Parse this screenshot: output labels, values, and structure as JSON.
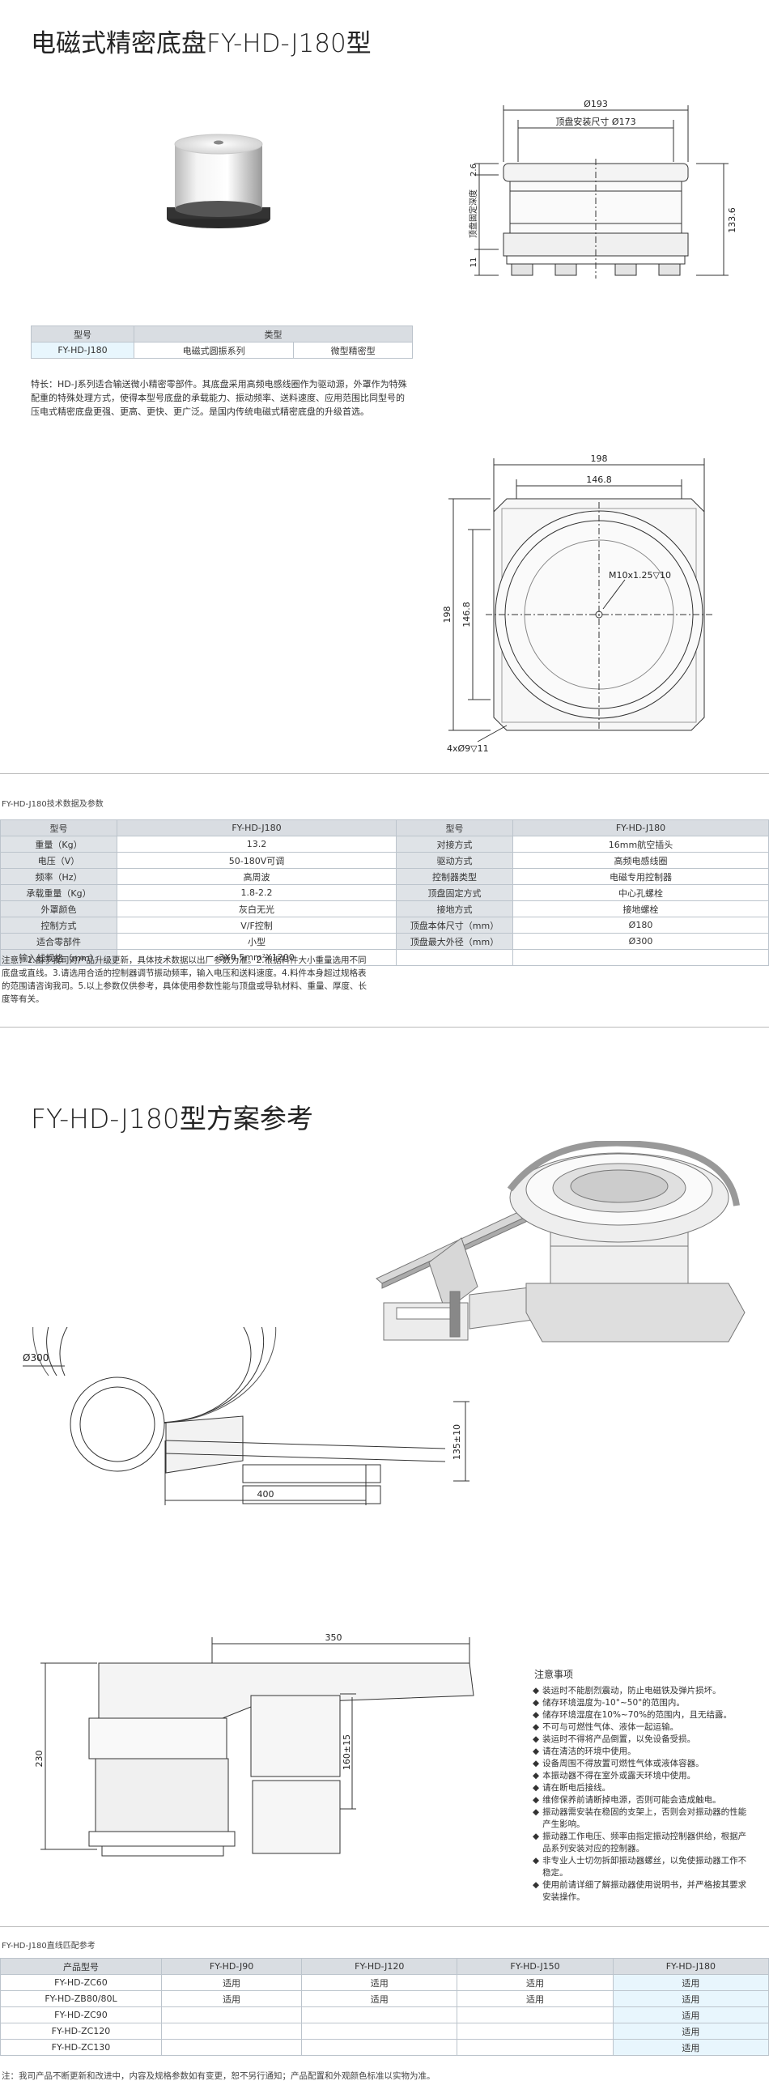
{
  "panel1": {
    "title": "电磁式精密底盘FY-HD-J180型",
    "type_table": {
      "header_model": "型号",
      "header_type": "类型",
      "model": "FY-HD-J180",
      "type1": "电磁式圆振系列",
      "type2": "微型精密型"
    },
    "description": "特长：HD-J系列适合输送微小精密零部件。其底盘采用高频电感线圈作为驱动源，外罩作为特殊配重的特殊处理方式，使得本型号底盘的承载能力、振动频率、送料速度、应用范围比同型号的压电式精密底盘更强、更高、更快、更广泛。是国内传统电磁式精密底盘的升级首选。",
    "dims": {
      "d193": "Ø193",
      "mount": "顶盘安装尺寸 Ø173",
      "h26": "2.6",
      "depth": "顶盘固定深度",
      "h11": "11",
      "h1336": "133.6",
      "w198": "198",
      "w1468": "146.8",
      "hole": "M10x1.25▽10",
      "v198": "198",
      "v1468": "146.8",
      "feet": "4xØ9▽11"
    }
  },
  "specs": {
    "caption": "FY-HD-J180技术数据及参数",
    "left_header": [
      "型号",
      "FY-HD-J180"
    ],
    "right_header": [
      "型号",
      "FY-HD-J180"
    ],
    "left": [
      [
        "重量（Kg）",
        "13.2"
      ],
      [
        "电压（V）",
        "50-180V可调"
      ],
      [
        "频率（Hz）",
        "高周波"
      ],
      [
        "承载重量（Kg）",
        "1.8-2.2"
      ],
      [
        "外罩颜色",
        "灰白无光"
      ],
      [
        "控制方式",
        "V/F控制"
      ],
      [
        "适合零部件",
        "小型"
      ],
      [
        "输入线规格（mm）",
        "3X0.5mm²X1200"
      ]
    ],
    "right": [
      [
        "对接方式",
        "16mm航空插头"
      ],
      [
        "驱动方式",
        "高频电感线圈"
      ],
      [
        "控制器类型",
        "电磁专用控制器"
      ],
      [
        "顶盘固定方式",
        "中心孔螺栓"
      ],
      [
        "接地方式",
        "接地螺栓"
      ],
      [
        "顶盘本体尺寸（mm）",
        "Ø180"
      ],
      [
        "顶盘最大外径（mm）",
        "Ø300"
      ]
    ],
    "note": "注意：1.由于我司对产品升级更新，具体技术数据以出厂参数为准。2.根据料件大小重量选用不同底盘或直线。3.请选用合适的控制器调节振动频率，输入电压和送料速度。4.料件本身超过规格表的范围请咨询我司。5.以上参数仅供参考，具体使用参数性能与顶盘或导轨材料、重量、厚度、长度等有关。"
  },
  "panel2": {
    "title": "FY-HD-J180型方案参考",
    "dims": {
      "d300": "Ø300",
      "h135": "135±10",
      "w400": "400",
      "w350": "350",
      "h230": "230",
      "h160": "160±15"
    },
    "notice_title": "注意事项",
    "notices": [
      "装运时不能剧烈震动，防止电磁铁及弹片损坏。",
      "储存环境温度为-10°~50°的范围内。",
      "储存环境湿度在10%~70%的范围内，且无结露。",
      "不可与可燃性气体、液体一起运输。",
      "装运时不得将产品倒置，以免设备受损。",
      "请在清洁的环境中使用。",
      "设备周围不得放置可燃性气体或液体容器。",
      "本振动器不得在室外或露天环境中使用。",
      "请在断电后接线。",
      "维修保养前请断掉电源，否则可能会造成触电。",
      "振动器需安装在稳固的支架上，否则会对振动器的性能产生影响。",
      "振动器工作电压、频率由指定振动控制器供给，根据产品系列安装对应的控制器。",
      "非专业人士切勿拆卸振动器螺丝，以免使振动器工作不稳定。",
      "使用前请详细了解振动器使用说明书，并严格按其要求安装操作。"
    ]
  },
  "compat": {
    "caption": "FY-HD-J180直线匹配参考",
    "headers": [
      "产品型号",
      "FY-HD-J90",
      "FY-HD-J120",
      "FY-HD-J150",
      "FY-HD-J180"
    ],
    "rows": [
      [
        "FY-HD-ZC60",
        "适用",
        "适用",
        "适用",
        "适用"
      ],
      [
        "FY-HD-ZB80/80L",
        "适用",
        "适用",
        "适用",
        "适用"
      ],
      [
        "FY-HD-ZC90",
        "",
        "",
        "",
        "适用"
      ],
      [
        "FY-HD-ZC120",
        "",
        "",
        "",
        "适用"
      ],
      [
        "FY-HD-ZC130",
        "",
        "",
        "",
        "适用"
      ]
    ],
    "footer": "注：我司产品不断更新和改进中，内容及规格参数如有变更，恕不另行通知；产品配置和外观颜色标准以实物为准。"
  }
}
